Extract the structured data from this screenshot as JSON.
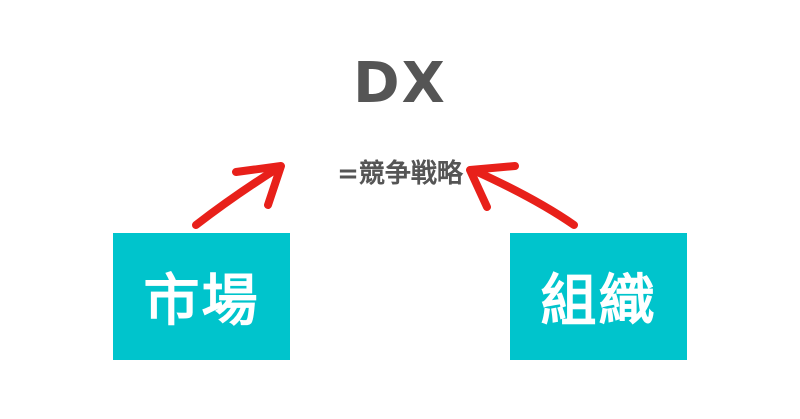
{
  "diagram": {
    "title": "DX",
    "subtitle": "=競争戦略",
    "left_box": {
      "label": "市場",
      "color": "#00c4cc"
    },
    "right_box": {
      "label": "組織",
      "color": "#00c4cc"
    },
    "arrow_color": "#e8201a",
    "text_color": "#555555"
  }
}
